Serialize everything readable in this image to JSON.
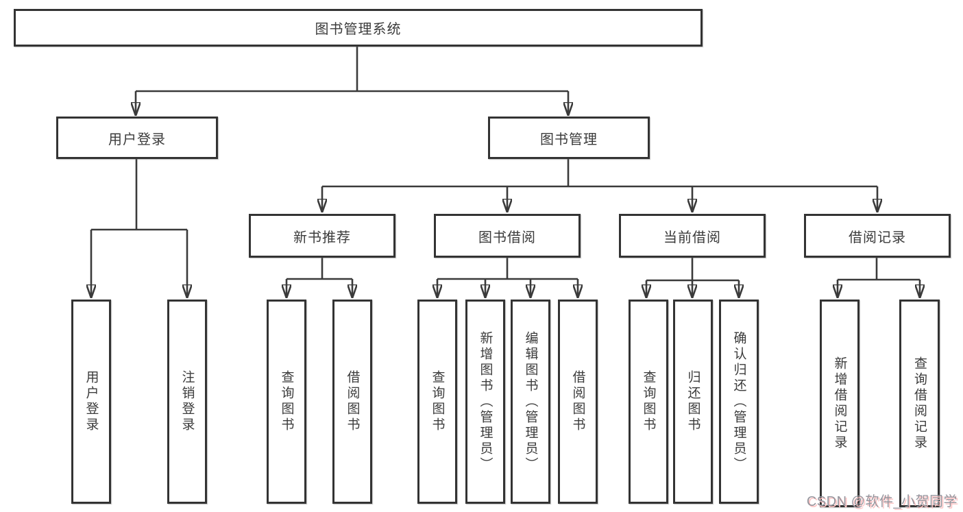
{
  "nodes": {
    "root": "图书管理系统",
    "login": "用户登录",
    "manage": "图书管理",
    "recommend": "新书推荐",
    "borrow": "图书借阅",
    "current": "当前借阅",
    "record": "借阅记录"
  },
  "leaves": {
    "login": [
      "用户登录",
      "注销登录"
    ],
    "recommend": [
      "查询图书",
      "借阅图书"
    ],
    "borrow": [
      "查询图书",
      "新增图书（管理员）",
      "编辑图书（管理员）",
      "借阅图书"
    ],
    "current": [
      "查询图书",
      "归还图书",
      "确认归还（管理员）"
    ],
    "record": [
      "新增借阅记录",
      "查询借阅记录"
    ]
  },
  "watermark": "CSDN @软件_小贺同学",
  "colors": {
    "line": "#3a3a3a",
    "box_border": "#333333",
    "text": "#3b3b3b",
    "watermark_text": "#96969e",
    "watermark_shadow": "#ffc4c4"
  }
}
